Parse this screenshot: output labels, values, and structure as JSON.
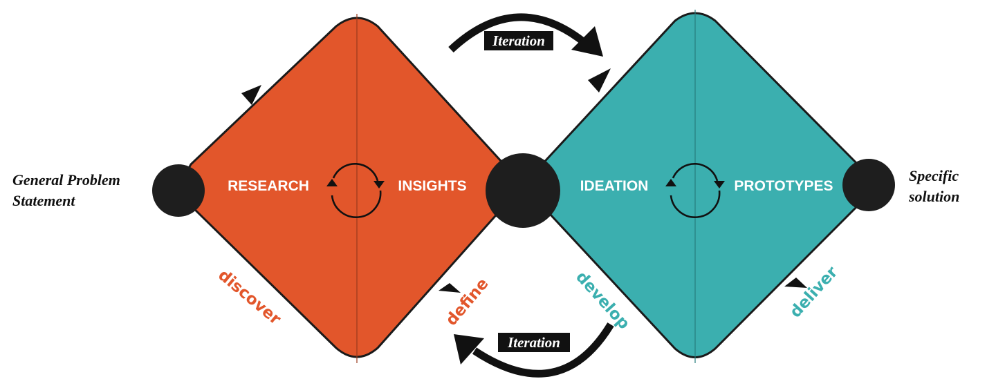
{
  "start_label": [
    "General Problem",
    "Statement"
  ],
  "end_label": [
    "Specific",
    "solution"
  ],
  "stages": {
    "research": "RESEARCH",
    "insights": "INSIGHTS",
    "ideation": "IDEATION",
    "prototypes": "PROTOTYPES"
  },
  "phases": {
    "discover": "discover",
    "define": "define",
    "develop": "develop",
    "deliver": "deliver"
  },
  "iteration_top": "Iteration",
  "iteration_bottom": "Iteration",
  "colors": {
    "diamond_left": "#E2562B",
    "diamond_right": "#3BAFAF",
    "node": "#1E1E1E",
    "ink": "#111111"
  }
}
